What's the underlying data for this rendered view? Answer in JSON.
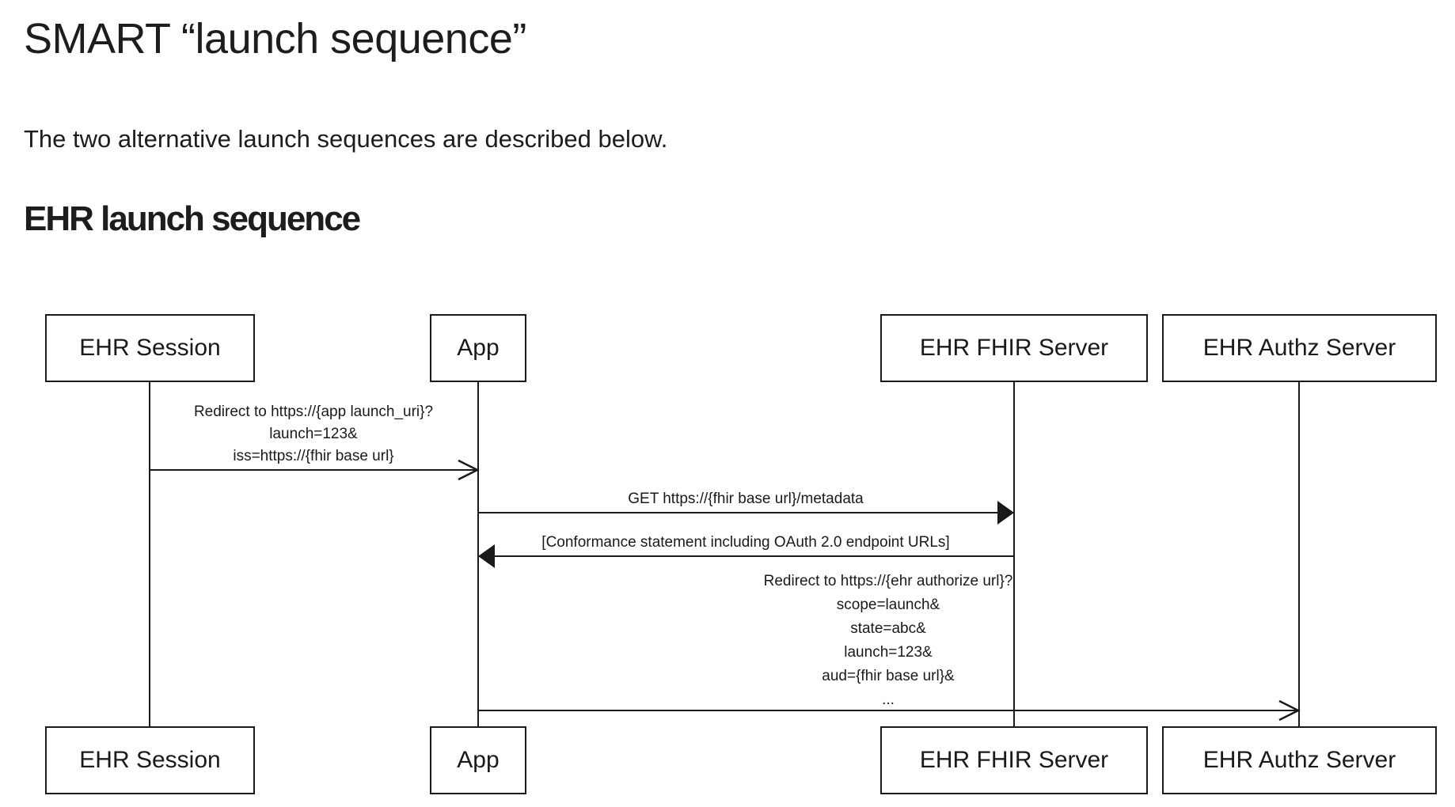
{
  "page": {
    "title": "SMART “launch sequence”",
    "intro": "The two alternative launch sequences are described below.",
    "section_heading": "EHR launch sequence"
  },
  "diagram": {
    "line_color": "#1a1a1a",
    "actors": [
      {
        "id": "ehr-session",
        "label": "EHR Session"
      },
      {
        "id": "app",
        "label": "App"
      },
      {
        "id": "ehr-fhir-server",
        "label": "EHR FHIR Server"
      },
      {
        "id": "ehr-authz-server",
        "label": "EHR Authz Server"
      }
    ],
    "messages": [
      {
        "from": "ehr-session",
        "to": "app",
        "arrowhead": "open",
        "lines": [
          "Redirect to https://{app launch_uri}?",
          "launch=123&",
          "iss=https://{fhir base url}"
        ]
      },
      {
        "from": "app",
        "to": "ehr-fhir-server",
        "arrowhead": "filled",
        "lines": [
          "GET https://{fhir base url}/metadata"
        ]
      },
      {
        "from": "ehr-fhir-server",
        "to": "app",
        "arrowhead": "filled",
        "lines": [
          "[Conformance statement including OAuth 2.0 endpoint URLs]"
        ]
      },
      {
        "from": "app",
        "to": "ehr-authz-server",
        "arrowhead": "open",
        "lines": [
          "Redirect to https://{ehr authorize url}?",
          "scope=launch&",
          "state=abc&",
          "launch=123&",
          "aud={fhir base url}&",
          "..."
        ]
      }
    ]
  }
}
